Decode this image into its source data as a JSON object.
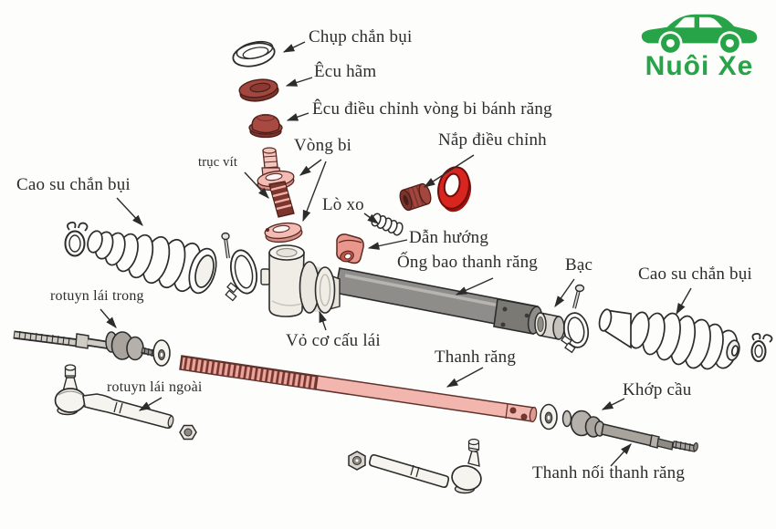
{
  "logo": {
    "text": "Nuôi Xe",
    "icon": "car-icon",
    "color": "#27a348"
  },
  "colors": {
    "background": "#fdfdfb",
    "line": "#2c2c2c",
    "part_pink": "#f3b6ae",
    "part_dark_red": "#a3463d",
    "part_bright_red": "#d8251f",
    "metal_gray": "#8f8d8a",
    "logo_green": "#27a348"
  },
  "labels": {
    "chup_chan_bui": "Chụp chắn bụi",
    "ecu_ham": "Êcu hãm",
    "ecu_dieu_chinh_vong_bi_banh_rang": "Êcu điều chỉnh vòng bi bánh răng",
    "vong_bi": "Vòng bi",
    "nap_dieu_chinh": "Nắp điều chỉnh",
    "truc_vit": "trục vít",
    "lo_xo": "Lò xo",
    "cao_su_chan_bui_trai": "Cao su chắn bụi",
    "dan_huong": "Dẫn hướng",
    "ong_bao_thanh_rang": "Ống bao thanh răng",
    "bac": "Bạc",
    "cao_su_chan_bui_phai": "Cao su chắn bụi",
    "rotuyn_lai_trong": "rotuyn lái trong",
    "vo_co_cau_lai": "Vỏ cơ cấu lái",
    "thanh_rang": "Thanh răng",
    "rotuyn_lai_ngoai": "rotuyn lái ngoài",
    "khop_cau": "Khớp cầu",
    "thanh_noi_thanh_rang": "Thanh nối thanh răng"
  }
}
